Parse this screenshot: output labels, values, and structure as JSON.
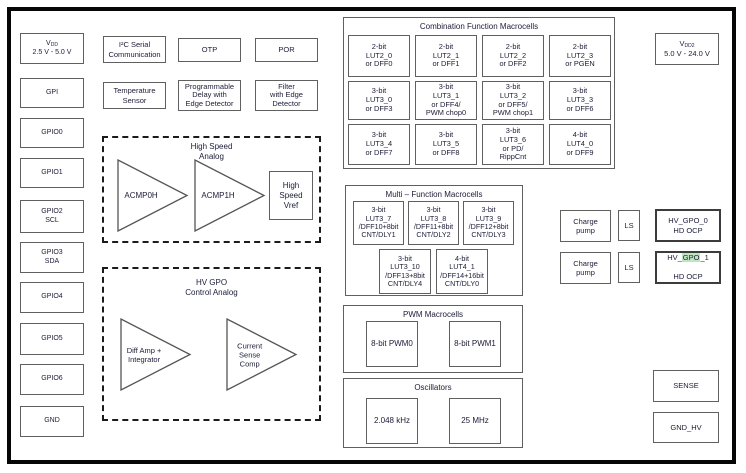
{
  "pins_left": {
    "vdd": {
      "v": "V",
      "sub": "DD",
      "range": "2.5 V - 5.0 V"
    },
    "gpi": "GPI",
    "gpio0": "GPIO0",
    "gpio1": "GPIO1",
    "gpio2": "GPIO2\nSCL",
    "gpio3": "GPIO3\nSDA",
    "gpio4": "GPIO4",
    "gpio5": "GPIO5",
    "gpio6": "GPIO6",
    "gnd": "GND"
  },
  "top_blocks": {
    "i2c": "I²C Serial\nCommunication",
    "otp": "OTP",
    "por": "POR",
    "temp_sensor": "Temperature\nSensor",
    "prog_delay": "Programmable\nDelay with\nEdge Detector",
    "filter_edge": "Filter\nwith Edge\nDetector"
  },
  "high_speed_analog": {
    "title": "High Speed\nAnalog",
    "acmp0": "ACMP0H",
    "acmp1": "ACMP1H",
    "vref": "High\nSpeed\nVref"
  },
  "hv_gpo_analog": {
    "title": "HV GPO\nControl Analog",
    "diff_amp": "Diff Amp +\nIntegrator",
    "current_sense": "Current\nSense\nComp"
  },
  "combination": {
    "title": "Combination Function Macrocells",
    "cells": [
      "2-bit\nLUT2_0\nor DFF0",
      "2-bit\nLUT2_1\nor DFF1",
      "2-bit\nLUT2_2\nor DFF2",
      "2-bit\nLUT2_3\nor PGEN",
      "3-bit\nLUT3_0\nor DFF3",
      "3-bit\nLUT3_1\nor DFF4/\nPWM chop0",
      "3-bit\nLUT3_2\nor DFF5/\nPWM chop1",
      "3-bit\nLUT3_3\nor DFF6",
      "3-bit\nLUT3_4\nor DFF7",
      "3-bit\nLUT3_5\nor DFF8",
      "3-bit\nLUT3_6\nor PD/\nRippCnt",
      "4-bit\nLUT4_0\nor DFF9"
    ]
  },
  "multi_function": {
    "title": "Multi – Function Macrocells",
    "cells": [
      "3-bit\nLUT3_7\n/DFF10+8bit\nCNT/DLY1",
      "3-bit\nLUT3_8\n/DFF11+8bit\nCNT/DLY2",
      "3-bit\nLUT3_9\n/DFF12+8bit\nCNT/DLY3",
      "3-bit\nLUT3_10\n/DFF13+8bit\nCNT/DLY4",
      "4-bit\nLUT4_1\n/DFF14+16bit\nCNT/DLY0"
    ]
  },
  "pwm": {
    "title": "PWM Macrocells",
    "pwm0": "8-bit PWM0",
    "pwm1": "8-bit PWM1"
  },
  "oscillators": {
    "title": "Oscillators",
    "osc_low": "2.048 kHz",
    "osc_high": "25 MHz"
  },
  "right_column": {
    "vdd2": {
      "v": "V",
      "sub": "DD2",
      "range": "5.0 V - 24.0 V"
    },
    "charge_pump": "Charge\npump",
    "ls": "LS",
    "hv_gpo_0": "HV_GPO_0\nHD OCP",
    "hv_gpo_1": {
      "prefix": "HV_",
      "highlight": "GPO",
      "suffix": "_1",
      "line2": "HD OCP"
    },
    "sense": "SENSE",
    "gnd_hv": "GND_HV"
  },
  "colors": {
    "highlight_green": "#bde5bf",
    "text": "#1c1c38",
    "box_border": "#606060"
  }
}
